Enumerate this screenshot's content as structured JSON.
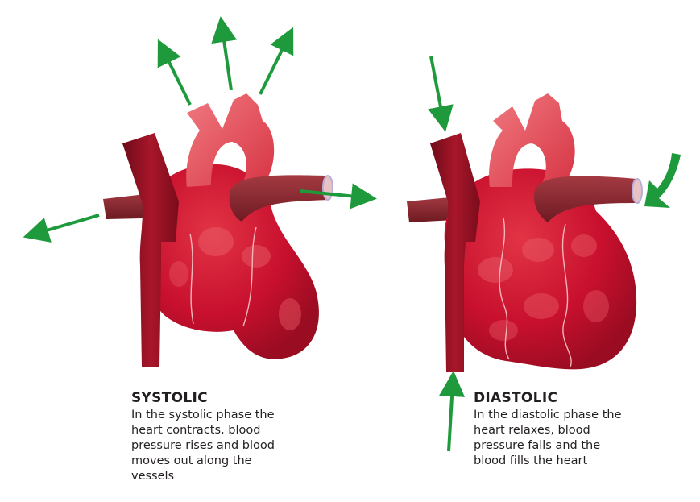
{
  "panels": {
    "systolic": {
      "title": "SYSTOLIC",
      "lines": [
        "In the systolic phase the",
        "heart contracts, blood",
        "pressure rises and blood",
        "moves out along the",
        "vessels"
      ]
    },
    "diastolic": {
      "title": "DIASTOLIC",
      "lines": [
        "In the diastolic phase the",
        "heart relaxes, blood",
        "pressure falls and the",
        "blood fills the heart"
      ]
    }
  },
  "colors": {
    "arrow": "#1e9a3c",
    "heart": "#c8102e",
    "heart_dark": "#7a0a1b",
    "aorta": "#e0404e",
    "vessel": "#8e1a26",
    "text": "#231f20"
  }
}
